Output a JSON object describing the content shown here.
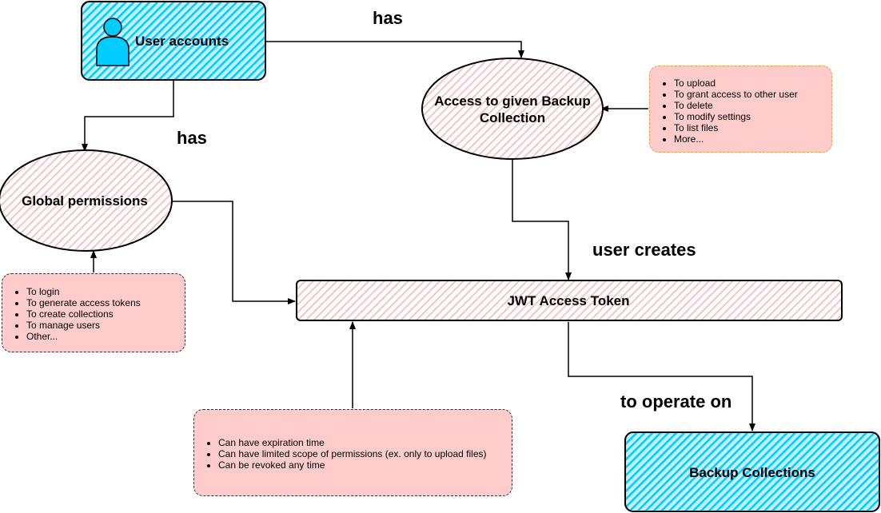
{
  "colors": {
    "blue": "#00ccff",
    "pink_hatch": "#f8b4b4",
    "note_fill": "#ffcccc",
    "stroke": "#000000",
    "note_orange_border": "#e8a040"
  },
  "nodes": {
    "user_accounts": {
      "label": "User accounts",
      "icon": "user-icon"
    },
    "access_collection": {
      "line1": "Access to given Backup",
      "line2": "Collection"
    },
    "global_permissions": {
      "label": "Global permissions"
    },
    "jwt_token": {
      "label": "JWT Access Token"
    },
    "backup_collections": {
      "label": "Backup Collections"
    }
  },
  "edges": {
    "has_top": "has",
    "has_left": "has",
    "user_creates": "user creates",
    "to_operate_on": "to operate on"
  },
  "notes": {
    "access_rights": [
      "To upload",
      "To grant access to other user",
      "To delete",
      "To modify settings",
      "To list files",
      "More..."
    ],
    "global_rights": [
      "To login",
      "To generate access tokens",
      "To create collections",
      "To manage users",
      "Other..."
    ],
    "token_properties": [
      "Can have expiration time",
      "Can have limited scope of permissions (ex. only to upload files)",
      "Can be revoked any time"
    ]
  }
}
